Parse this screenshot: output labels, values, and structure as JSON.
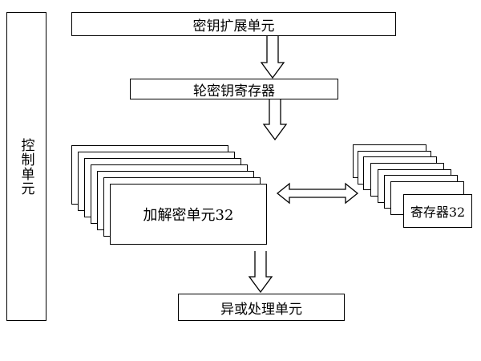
{
  "diagram": {
    "control_unit": {
      "label": "控制单元"
    },
    "key_expansion_unit": {
      "label": "密钥扩展单元"
    },
    "round_key_register": {
      "label": "轮密钥寄存器"
    },
    "encrypt_decrypt_units": {
      "label": "加解密单元32",
      "stack_count": 7
    },
    "registers": {
      "label": "寄存器32",
      "stack_count": 8
    },
    "xor_unit": {
      "label": "异或处理单元"
    },
    "connections": [
      {
        "from": "密钥扩展单元",
        "to": "轮密钥寄存器",
        "type": "arrow-down"
      },
      {
        "from": "轮密钥寄存器",
        "to": "加解密单元32",
        "type": "arrow-down"
      },
      {
        "from": "加解密单元32",
        "to": "寄存器32",
        "type": "double-arrow"
      },
      {
        "from": "加解密单元32",
        "to": "异或处理单元",
        "type": "arrow-down"
      }
    ]
  }
}
